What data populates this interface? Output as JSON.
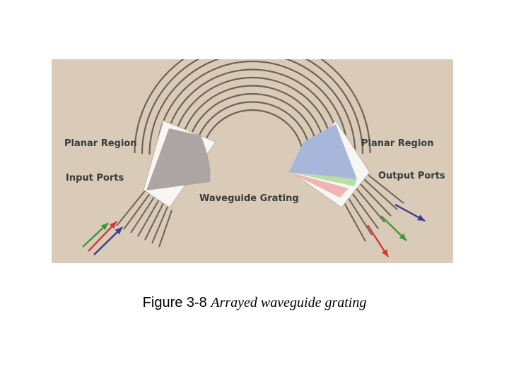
{
  "figure": {
    "labels": {
      "planar_left": "Planar Region",
      "input_ports": "Input Ports",
      "waveguide_grating": "Waveguide Grating",
      "planar_right": "Planar Region",
      "output_ports": "Output Ports"
    },
    "colors": {
      "background": "#d9cbb8",
      "waveguide": "#6e6358",
      "left_slab_fill": "#ada4a4",
      "right_slab_fill": "#a9b6dc",
      "red": "#d13a3a",
      "green": "#3a9a3a",
      "blue": "#3c3a8c",
      "light_red": "#f0b4b4",
      "light_green": "#b6e0a4"
    },
    "arrows": [
      "green",
      "red",
      "blue"
    ]
  },
  "caption": {
    "number": "Figure 3-8",
    "text": "Arrayed waveguide grating"
  }
}
